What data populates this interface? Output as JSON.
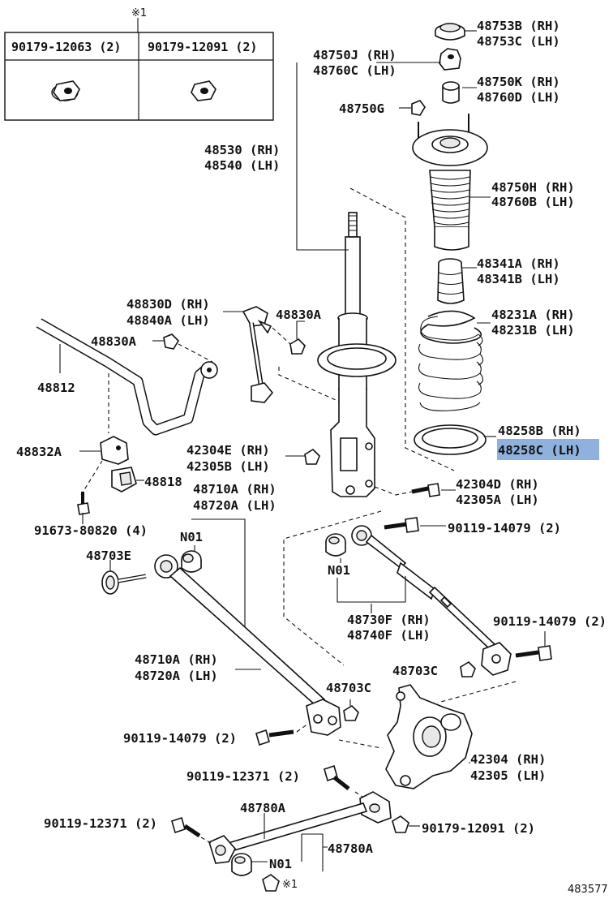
{
  "inset": {
    "marker": "※1",
    "col1_label": "90179-12063 (2)",
    "col2_label": "90179-12091 (2)"
  },
  "labels": {
    "l48753b": "48753B (RH)",
    "l48753c": "48753C (LH)",
    "l48750j": "48750J (RH)",
    "l48760c": "48760C (LH)",
    "l48750k": "48750K (RH)",
    "l48760d": "48760D (LH)",
    "l48750g": "48750G",
    "l48530": "48530 (RH)",
    "l48540": "48540 (LH)",
    "l48750h": "48750H (RH)",
    "l48760b": "48760B (LH)",
    "l48341a": "48341A (RH)",
    "l48341b": "48341B (LH)",
    "l48830d": "48830D (RH)",
    "l48840a": "48840A (LH)",
    "l48830a_1": "48830A",
    "l48830a_2": "48830A",
    "l48231a": "48231A (RH)",
    "l48231b": "48231B (LH)",
    "l48812": "48812",
    "l48258b": "48258B (RH)",
    "l48258c": "48258C (LH)",
    "l48832a": "48832A",
    "l42304e": "42304E (RH)",
    "l42305b": "42305B (LH)",
    "l42304d": "42304D (RH)",
    "l42305a": "42305A (LH)",
    "l48818": "48818",
    "l48710a_top": "48710A (RH)",
    "l48720a_top": "48720A (LH)",
    "l91673": "91673-80820 (4)",
    "l90119_a": "90119-14079 (2)",
    "ln01_a": "N01",
    "ln01_b": "N01",
    "l48703e": "48703E",
    "l48730f": "48730F (RH)",
    "l48740f": "48740F (LH)",
    "l90119_b": "90119-14079 (2)",
    "l48710a_bot": "48710A (RH)",
    "l48720a_bot": "48720A (LH)",
    "l48703c_a": "48703C",
    "l48703c_b": "48703C",
    "l90119_c": "90119-14079 (2)",
    "l42304": "42304 (RH)",
    "l42305": "42305 (LH)",
    "l90119_12371_a": "90119-12371 (2)",
    "l48780a_top": "48780A",
    "l90119_12371_b": "90119-12371 (2)",
    "l90179": "90179-12091 (2)",
    "ln01_c": "N01",
    "l48780a_bot": "48780A",
    "marker_bottom": "※1",
    "diagram_id": "483577"
  },
  "highlight": {
    "part": "48258C (LH)",
    "color": "#8fb1de"
  }
}
